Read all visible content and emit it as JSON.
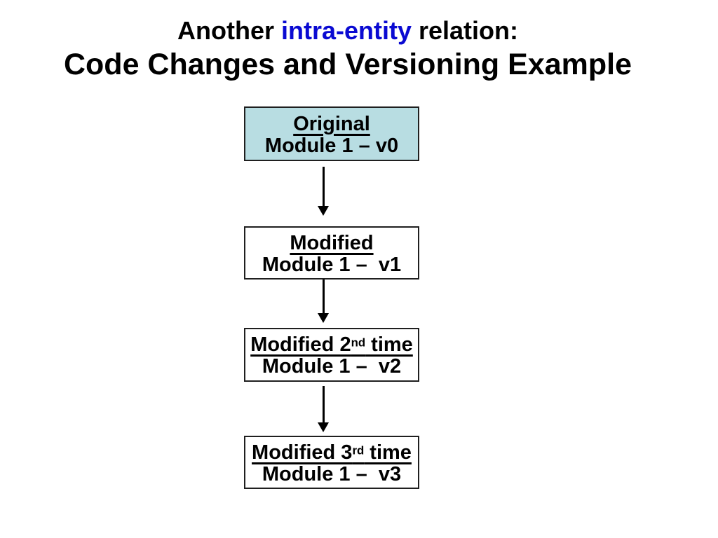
{
  "slide": {
    "title": {
      "line1": {
        "prefix": "Another ",
        "highlight": "intra-entity",
        "suffix": " relation:"
      },
      "line2": "Code Changes and Versioning Example",
      "text_color": "#000000",
      "highlight_color": "#0a0ad2"
    },
    "flow": {
      "connector_color": "#000000",
      "border_color": "#1f1f1f",
      "boxes": [
        {
          "heading": {
            "prefix": "Original",
            "sup": "",
            "suffix": ""
          },
          "line2": "Module 1 – v0",
          "fill": "#b8dde2"
        },
        {
          "heading": {
            "prefix": "Modified",
            "sup": "",
            "suffix": ""
          },
          "line2": "Module 1 –  v1",
          "fill": "#ffffff"
        },
        {
          "heading": {
            "prefix": "Modified 2",
            "sup": "nd",
            "suffix": " time"
          },
          "line2": "Module 1 –  v2",
          "fill": "#ffffff"
        },
        {
          "heading": {
            "prefix": "Modified 3",
            "sup": "rd",
            "suffix": " time"
          },
          "line2": "Module 1 –  v3",
          "fill": "#ffffff"
        }
      ]
    }
  }
}
